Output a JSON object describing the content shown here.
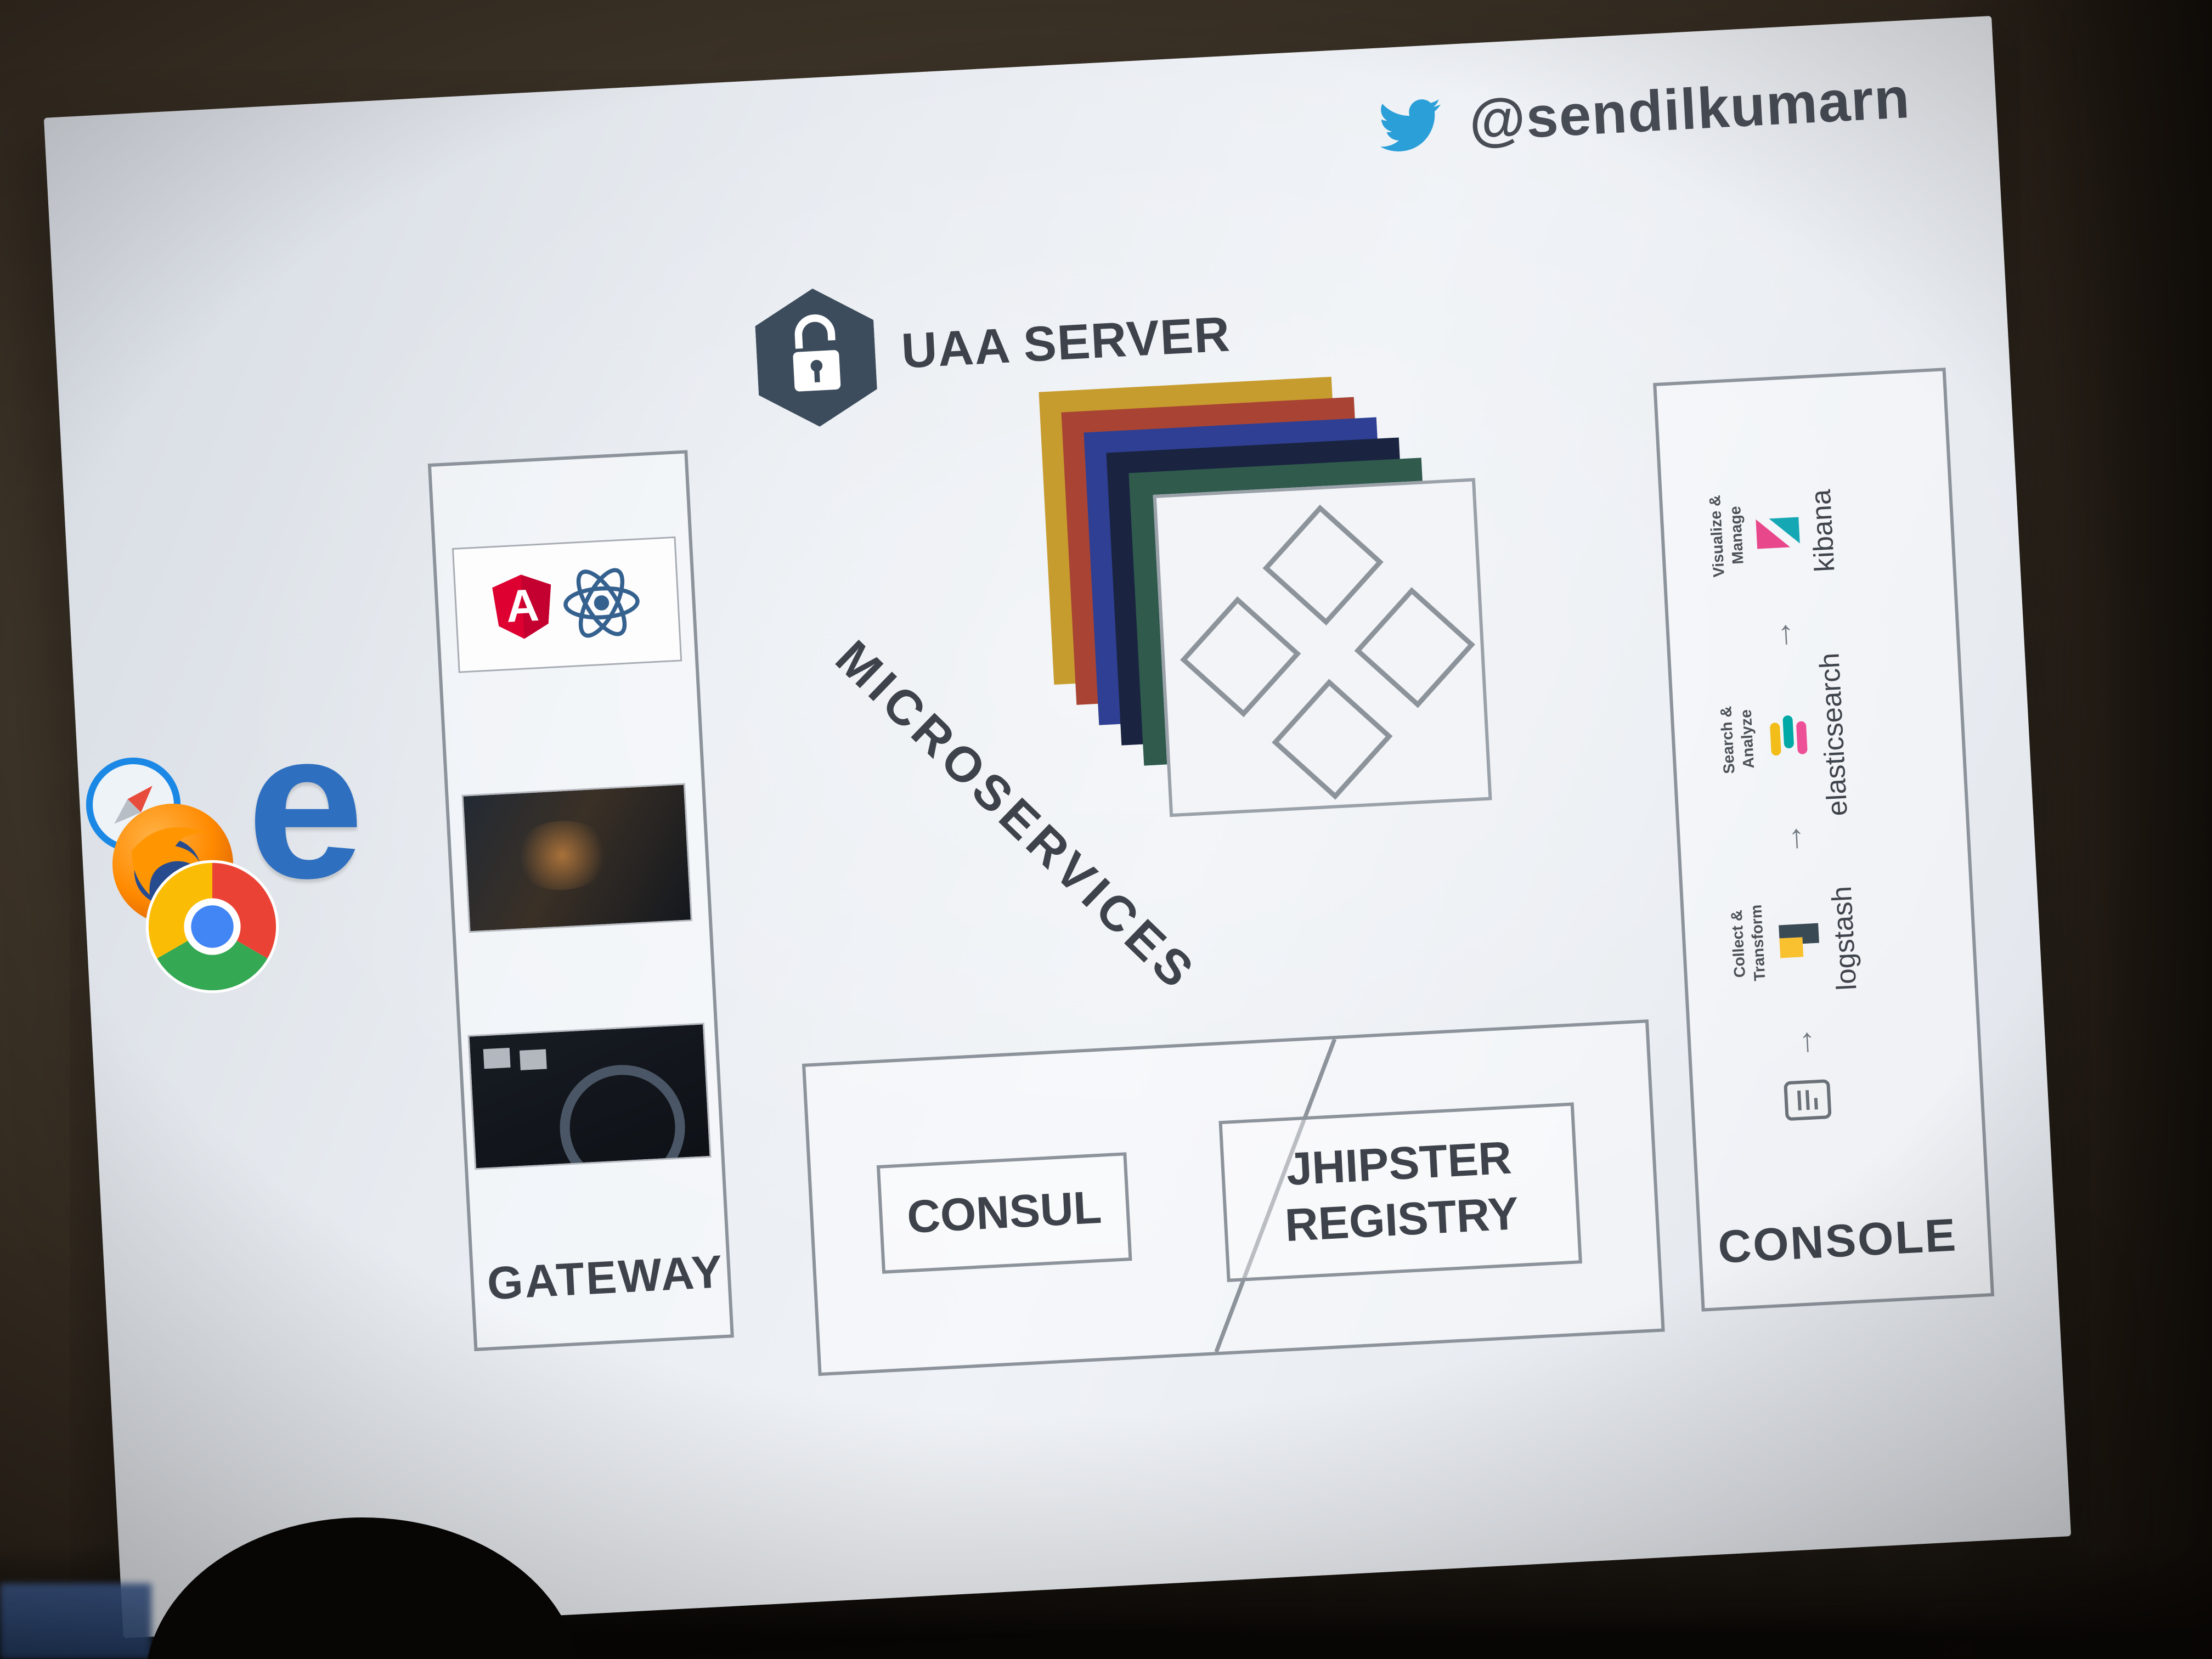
{
  "slide": {
    "twitter": {
      "handle": "@sendilkumarn"
    },
    "uaa": {
      "label": "UAA SERVER"
    },
    "stack": {
      "label": "MICROSERVICES"
    },
    "gateway": {
      "label": "GATEWAY"
    },
    "registry": {
      "consul": "CONSUL",
      "jhipster": "JHIPSTER REGISTRY"
    },
    "console": {
      "label": "CONSOLE",
      "pipeline": [
        {
          "caption": "Collect & Transform",
          "name": "logstash"
        },
        {
          "caption": "Search & Analyze",
          "name": "elasticsearch"
        },
        {
          "caption": "Visualize & Manage",
          "name": "kibana"
        }
      ]
    }
  },
  "colors": {
    "twitter_blue": "#2b9fd8",
    "angular_red": "#dd0031",
    "react_blue": "#35618f",
    "stack_gold": "#c79c2e",
    "stack_red": "#a94434",
    "stack_blue": "#2f3f93",
    "stack_navy": "#1a2440",
    "stack_green": "#2f5a4c",
    "uaa_hex": "#3d4c5c"
  }
}
